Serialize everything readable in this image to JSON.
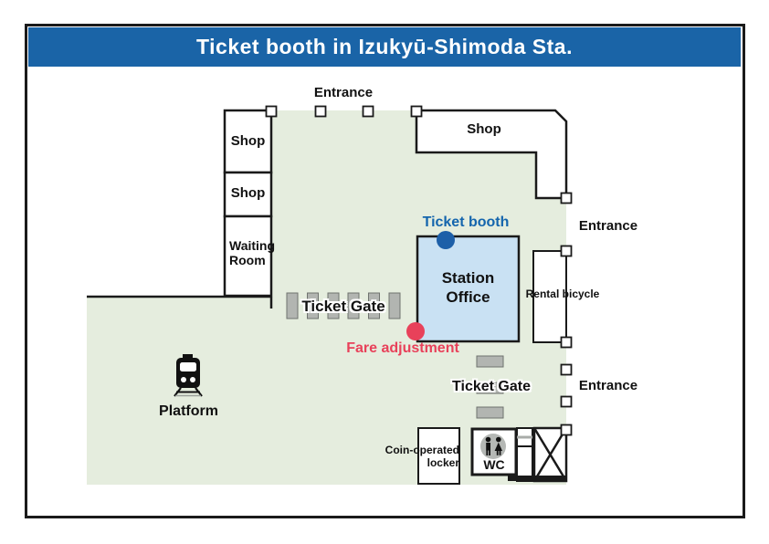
{
  "title": "Ticket booth in Izukyū-Shimoda Sta.",
  "labels": {
    "entrance_top": "Entrance",
    "entrance_right": "Entrance",
    "entrance_lower": "Entrance",
    "shop_left_1": "Shop",
    "shop_left_2": "Shop",
    "waiting_room": "Waiting\nRoom",
    "shop_right": "Shop",
    "ticket_booth": "Ticket booth",
    "station_office": "Station\nOffice",
    "rental_bicycle": "Rental bicycle",
    "ticket_gate_main": "Ticket Gate",
    "ticket_gate_lower": "Ticket Gate",
    "fare_adjustment": "Fare adjustment",
    "platform": "Platform",
    "coin_locker": "Coin-operated\nlocker",
    "wc": "WC"
  },
  "legend": {
    "ticket_booth_marker": "blue dot",
    "fare_adjustment_marker": "red dot"
  },
  "colors": {
    "title-blue": "#1a64a7",
    "booth-blue": "#1465ad",
    "dot-blue": "#1d5fa8",
    "fare-red": "#e8415a",
    "floor-green": "#e5edde",
    "office-blue": "#c9e1f3",
    "gate-gray": "#b2b5b1",
    "wc-gray": "#b5b8b5"
  }
}
